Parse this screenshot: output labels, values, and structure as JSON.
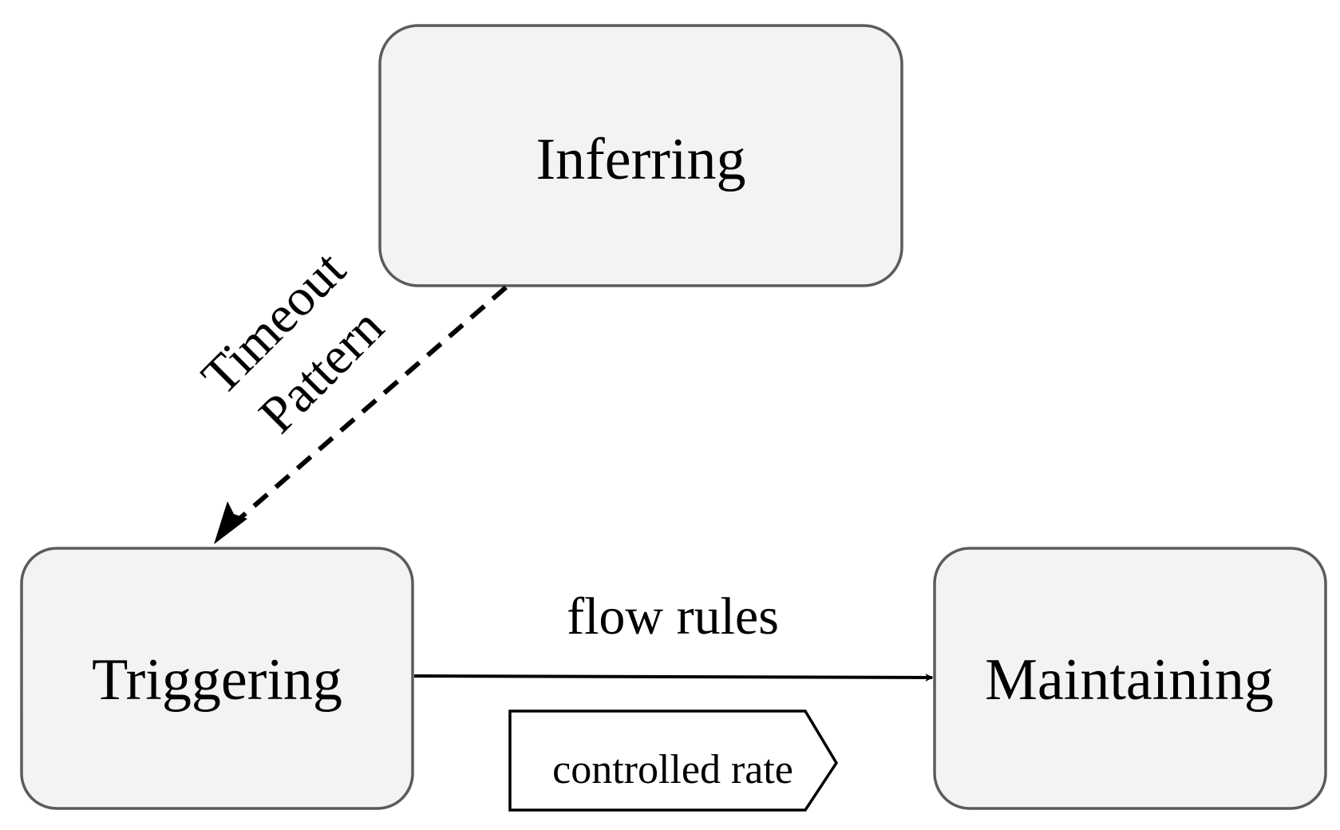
{
  "nodes": {
    "inferring": {
      "label": "Inferring"
    },
    "triggering": {
      "label": "Triggering"
    },
    "maintaining": {
      "label": "Maintaining"
    }
  },
  "edges": {
    "inferring_to_triggering": {
      "style": "dashed",
      "label_line1": "Timeout",
      "label_line2": "Pattern"
    },
    "triggering_to_maintaining": {
      "style": "solid",
      "label": "flow rules"
    }
  },
  "tag": {
    "label": "controlled rate"
  },
  "colors": {
    "node_fill": "#f3f3f3",
    "node_stroke": "#5b5b5b",
    "line": "#000000"
  }
}
